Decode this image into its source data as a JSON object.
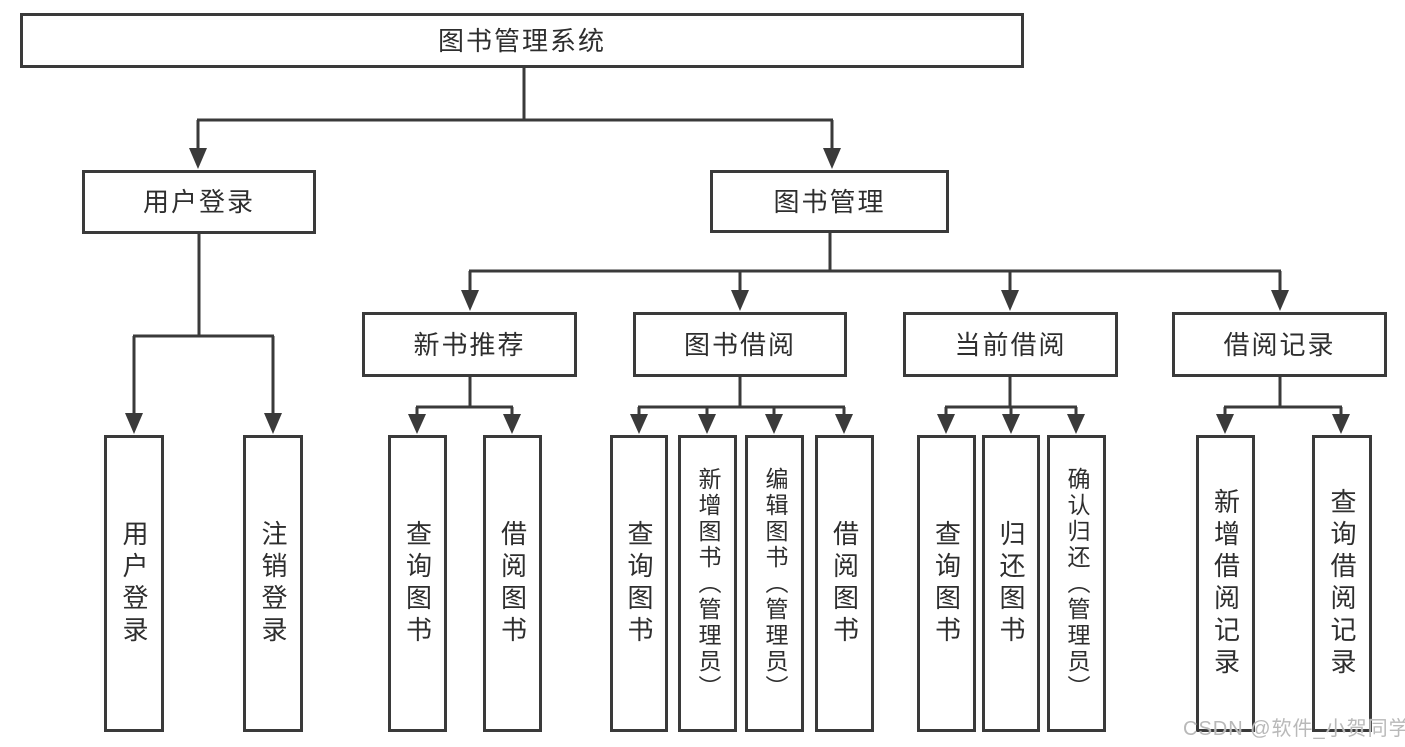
{
  "tree": {
    "root": {
      "label": "图书管理系统"
    },
    "branches": [
      {
        "label": "用户登录",
        "children": [
          {
            "label": "用户登录"
          },
          {
            "label": "注销登录"
          }
        ]
      },
      {
        "label": "图书管理",
        "children": [
          {
            "label": "新书推荐",
            "children": [
              {
                "label": "查询图书"
              },
              {
                "label": "借阅图书"
              }
            ]
          },
          {
            "label": "图书借阅",
            "children": [
              {
                "label": "查询图书"
              },
              {
                "label": "新增图书（管理员）"
              },
              {
                "label": "编辑图书（管理员）"
              },
              {
                "label": "借阅图书"
              }
            ]
          },
          {
            "label": "当前借阅",
            "children": [
              {
                "label": "查询图书"
              },
              {
                "label": "归还图书"
              },
              {
                "label": "确认归还（管理员）"
              }
            ]
          },
          {
            "label": "借阅记录",
            "children": [
              {
                "label": "新增借阅记录"
              },
              {
                "label": "查询借阅记录"
              }
            ]
          }
        ]
      }
    ]
  },
  "watermark": {
    "text": "CSDN @软件_小贺同学"
  },
  "colors": {
    "line": "#3a3a3a",
    "text": "#2e2e2e",
    "watermark": "#b9b9b9",
    "background": "#ffffff"
  }
}
